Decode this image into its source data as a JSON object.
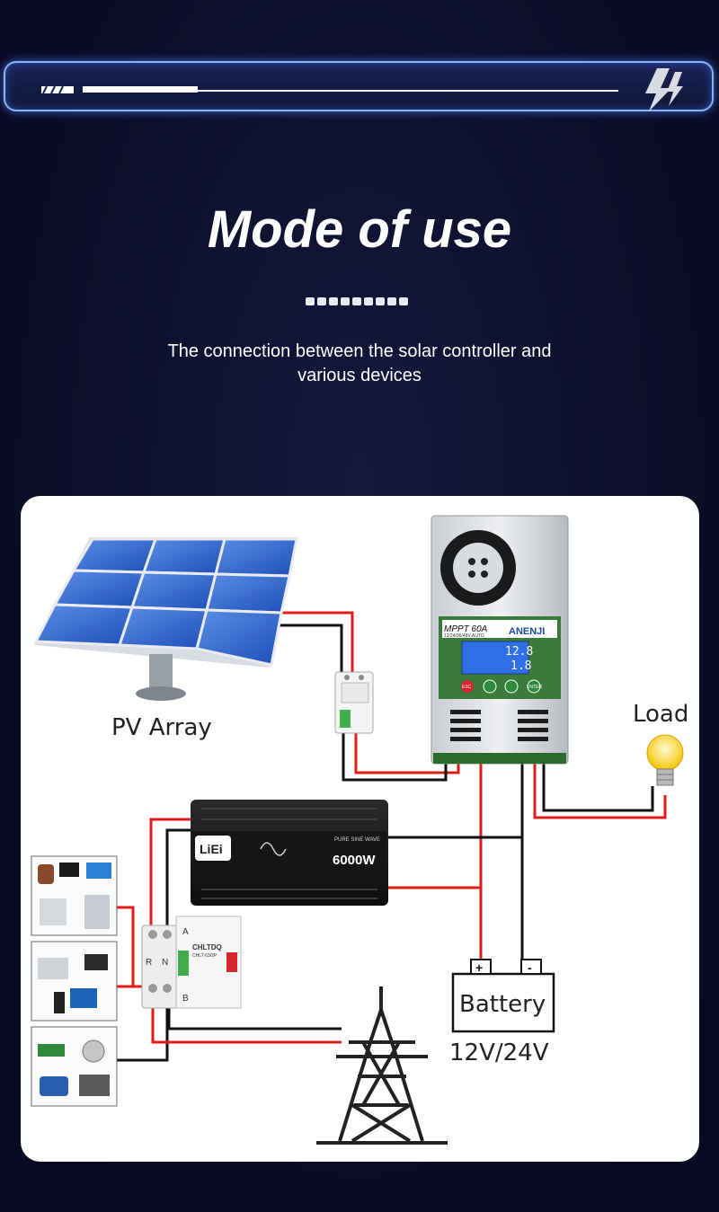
{
  "header": {
    "title": "Mode of use",
    "subtitle_line1": "The connection between the solar controller and",
    "subtitle_line2": "various devices"
  },
  "diagram": {
    "pv_label": "PV Array",
    "load_label": "Load",
    "battery_label": "Battery",
    "battery_voltage": "12V/24V",
    "battery_plus": "+",
    "battery_minus": "-",
    "controller": {
      "model": "MPPT 60A",
      "voltages": "12/24/36/48V AUTO",
      "brand": "ANENJI",
      "display_top": "12.8",
      "display_bottom": "1.8",
      "btn_esc": "ESC",
      "btn_enter": "ENTER"
    },
    "inverter": {
      "brand": "LiEi",
      "wave": "PURE SINE WAVE",
      "power": "6000W"
    },
    "switch": {
      "brand": "CHLTDQ",
      "model": "CHLT-63/2P",
      "pole_a": "A",
      "pole_b": "B",
      "term_r": "R",
      "term_n": "N"
    },
    "colors": {
      "positive_wire": "#e11b1b",
      "negative_wire": "#111111",
      "panel_blue": "#2f62c9"
    }
  }
}
